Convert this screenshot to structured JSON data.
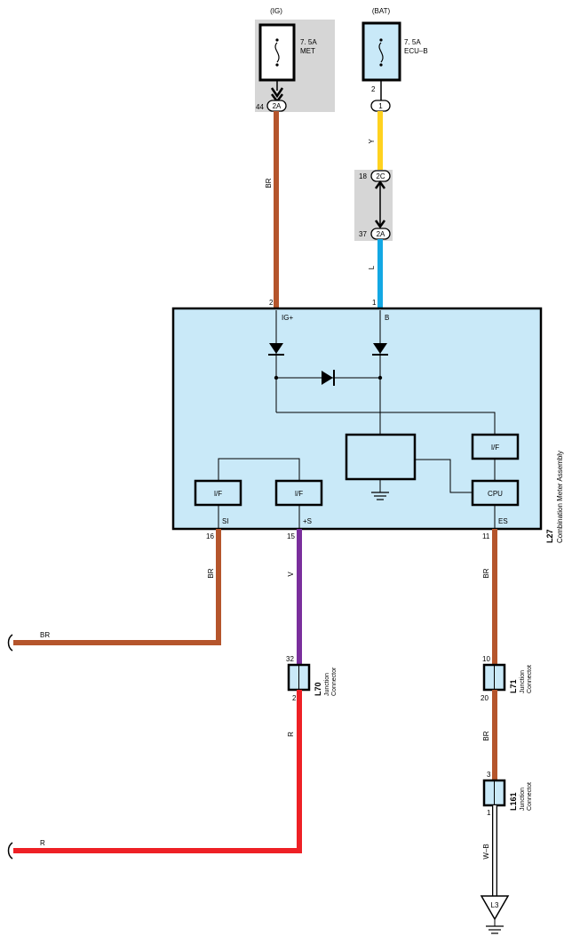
{
  "fuses": {
    "met": {
      "source": "(IG)",
      "rating": "7. 5A",
      "name": "MET",
      "terminal": "44",
      "connector": "2A"
    },
    "ecub": {
      "source": "(BAT)",
      "rating": "7. 5A",
      "name": "ECU–B",
      "terminal_top": "2",
      "terminal": "1"
    }
  },
  "connectors": {
    "c2c": {
      "terminal": "18",
      "label": "2C"
    },
    "c2a": {
      "terminal": "37",
      "label": "2A"
    }
  },
  "wires": {
    "met_out": {
      "color_code": "BR",
      "color": "#b5552c"
    },
    "ecub_out": {
      "color_code": "Y",
      "color": "#ffd21f"
    },
    "l_wire": {
      "color_code": "L",
      "color": "#13a8e4"
    },
    "si_wire": {
      "color_code": "BR",
      "color": "#b5552c"
    },
    "si_branch": {
      "color_code": "BR",
      "color": "#b5552c"
    },
    "s_wire": {
      "color_code": "V",
      "color": "#7a2e9c"
    },
    "r_wire": {
      "color_code": "R",
      "color": "#ee2025"
    },
    "r_branch": {
      "color_code": "R",
      "color": "#ee2025"
    },
    "es_wire": {
      "color_code": "BR",
      "color": "#b5552c"
    },
    "es_lower": {
      "color_code": "BR",
      "color": "#b5552c"
    },
    "ground_wire": {
      "color_code": "W–B",
      "color": "#ffffff"
    }
  },
  "meter": {
    "id": "L27",
    "name": "Combination Meter Assembly",
    "fill": "#c9e9f8",
    "pins": {
      "ig": {
        "num": "2",
        "label": "IG+"
      },
      "b": {
        "num": "1",
        "label": "B"
      },
      "si": {
        "num": "16",
        "label": "SI"
      },
      "s": {
        "num": "15",
        "label": "+S"
      },
      "es": {
        "num": "11",
        "label": "ES"
      }
    },
    "blocks": {
      "if_left": "I/F",
      "if_mid": "I/F",
      "if_right": "I/F",
      "cpu": "CPU"
    }
  },
  "junctions": {
    "l70": {
      "id": "L70",
      "line1": "Junction",
      "line2": "Connector",
      "pin_top": "32",
      "pin_bottom": "2"
    },
    "l71": {
      "id": "L71",
      "line1": "Junction",
      "line2": "Connectot",
      "pin_top": "10",
      "pin_bottom": "20"
    },
    "l161": {
      "id": "L161",
      "line1": "Junction",
      "line2": "Connectot",
      "pin_top": "3",
      "pin_bottom": "1"
    }
  },
  "ground": {
    "label": "L3"
  }
}
